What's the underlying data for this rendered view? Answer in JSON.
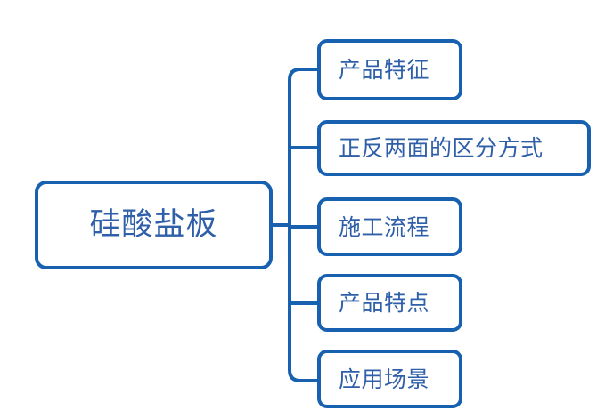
{
  "diagram": {
    "type": "mind-map",
    "orientation": "horizontal-right",
    "background_color": "#ffffff",
    "border_color": "#1860b0",
    "text_color": "#2e5fa8",
    "connector_color": "#1860b0",
    "root": {
      "label": "硅酸盐板"
    },
    "children": [
      {
        "label": "产品特征"
      },
      {
        "label": "正反两面的区分方式"
      },
      {
        "label": "施工流程"
      },
      {
        "label": "产品特点"
      },
      {
        "label": "应用场景"
      }
    ]
  }
}
